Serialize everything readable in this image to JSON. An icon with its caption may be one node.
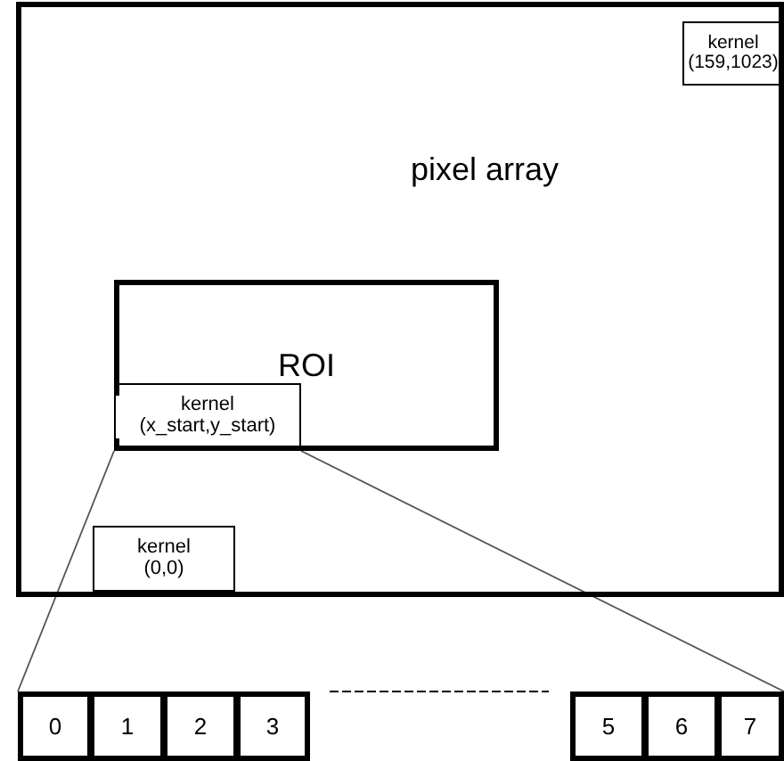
{
  "diagram": {
    "nodes": [
      {
        "text": [
          "pixel array"
        ]
      },
      {
        "text": [
          "kernel (159,1023)"
        ],
        "in": 0
      },
      {
        "text": [
          "ROI"
        ],
        "in": 0
      },
      {
        "text": [
          "kernel (x_start,y_start)"
        ],
        "in": 2
      },
      {
        "text": [
          "kernel (0,0)"
        ],
        "in": 0
      },
      {
        "text": [
          "0"
        ]
      },
      {
        "text": [
          "1"
        ]
      },
      {
        "text": [
          "2"
        ]
      },
      {
        "text": [
          "3"
        ]
      },
      {
        "text": [
          "5"
        ]
      },
      {
        "text": [
          "6"
        ]
      },
      {
        "text": [
          "7"
        ]
      }
    ],
    "edges": [
      {
        "from": 3,
        "to": 5,
        "arrow": "none"
      },
      {
        "from": 3,
        "to": 11,
        "arrow": "none"
      }
    ]
  }
}
